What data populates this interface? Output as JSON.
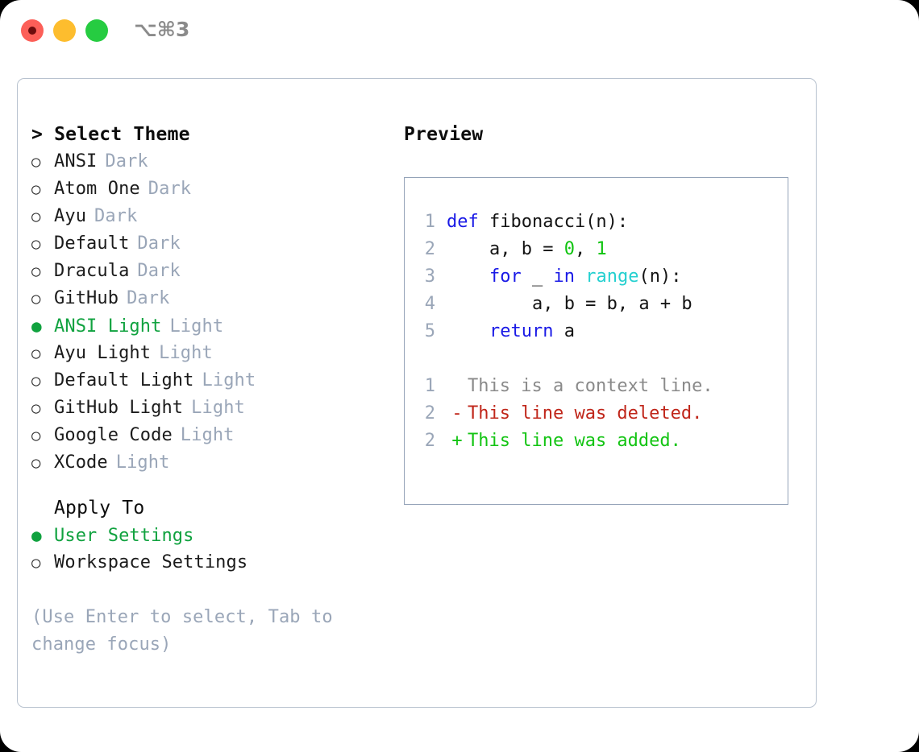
{
  "titlebar": {
    "shortcut": "⌥⌘3",
    "dots": [
      {
        "name": "close",
        "color": "#fc5f58"
      },
      {
        "name": "minimize",
        "color": "#fdbd2e"
      },
      {
        "name": "maximize",
        "color": "#26cc41"
      }
    ]
  },
  "theme_section": {
    "heading": "> Select Theme",
    "items": [
      {
        "bullet": "○",
        "name": "ANSI",
        "tag": "Dark",
        "selected": false
      },
      {
        "bullet": "○",
        "name": "Atom One",
        "tag": "Dark",
        "selected": false
      },
      {
        "bullet": "○",
        "name": "Ayu",
        "tag": "Dark",
        "selected": false
      },
      {
        "bullet": "○",
        "name": "Default",
        "tag": "Dark",
        "selected": false
      },
      {
        "bullet": "○",
        "name": "Dracula",
        "tag": "Dark",
        "selected": false
      },
      {
        "bullet": "○",
        "name": "GitHub",
        "tag": "Dark",
        "selected": false
      },
      {
        "bullet": "●",
        "name": "ANSI Light",
        "tag": "Light",
        "selected": true
      },
      {
        "bullet": "○",
        "name": "Ayu Light",
        "tag": "Light",
        "selected": false
      },
      {
        "bullet": "○",
        "name": "Default Light",
        "tag": "Light",
        "selected": false
      },
      {
        "bullet": "○",
        "name": "GitHub Light",
        "tag": "Light",
        "selected": false
      },
      {
        "bullet": "○",
        "name": "Google Code",
        "tag": "Light",
        "selected": false
      },
      {
        "bullet": "○",
        "name": "XCode",
        "tag": "Light",
        "selected": false
      }
    ]
  },
  "apply_section": {
    "heading": "Apply To",
    "items": [
      {
        "bullet": "●",
        "name": "User Settings",
        "selected": true
      },
      {
        "bullet": "○",
        "name": "Workspace Settings",
        "selected": false
      }
    ]
  },
  "hint": "(Use Enter to select, Tab to change focus)",
  "preview": {
    "title": "Preview",
    "code_lines": [
      {
        "lineno": "1",
        "tokens": [
          {
            "text": "def ",
            "type": "kw"
          },
          {
            "text": "fibonacci(n):",
            "type": "id"
          }
        ]
      },
      {
        "lineno": "2",
        "tokens": [
          {
            "text": "    a, b = ",
            "type": "id"
          },
          {
            "text": "0",
            "type": "num"
          },
          {
            "text": ", ",
            "type": "id"
          },
          {
            "text": "1",
            "type": "num"
          }
        ]
      },
      {
        "lineno": "3",
        "tokens": [
          {
            "text": "    ",
            "type": "id"
          },
          {
            "text": "for",
            "type": "kw"
          },
          {
            "text": " _ ",
            "type": "id"
          },
          {
            "text": "in",
            "type": "kw"
          },
          {
            "text": " ",
            "type": "id"
          },
          {
            "text": "range",
            "type": "fn"
          },
          {
            "text": "(n):",
            "type": "id"
          }
        ]
      },
      {
        "lineno": "4",
        "tokens": [
          {
            "text": "        a, b = b, a + b",
            "type": "id"
          }
        ]
      },
      {
        "lineno": "5",
        "tokens": [
          {
            "text": "    ",
            "type": "id"
          },
          {
            "text": "return",
            "type": "kw"
          },
          {
            "text": " a",
            "type": "id"
          }
        ]
      }
    ],
    "diff_lines": [
      {
        "lineno": "1",
        "marker": " ",
        "text": "This is a context line.",
        "type": "ctx"
      },
      {
        "lineno": "2",
        "marker": "-",
        "text": "This line was deleted.",
        "type": "del"
      },
      {
        "lineno": "2",
        "marker": "+",
        "text": "This line was added.",
        "type": "add"
      }
    ]
  },
  "colors": {
    "accent_green": "#10a23f",
    "muted": "#9aa6b8",
    "keyword": "#1a1ae6",
    "number": "#10c410",
    "builtin": "#25d0d0",
    "diff_deleted": "#c0261a",
    "diff_added": "#13c413",
    "panel_border": "#94a3b8",
    "card_border": "#b8c2cf"
  }
}
